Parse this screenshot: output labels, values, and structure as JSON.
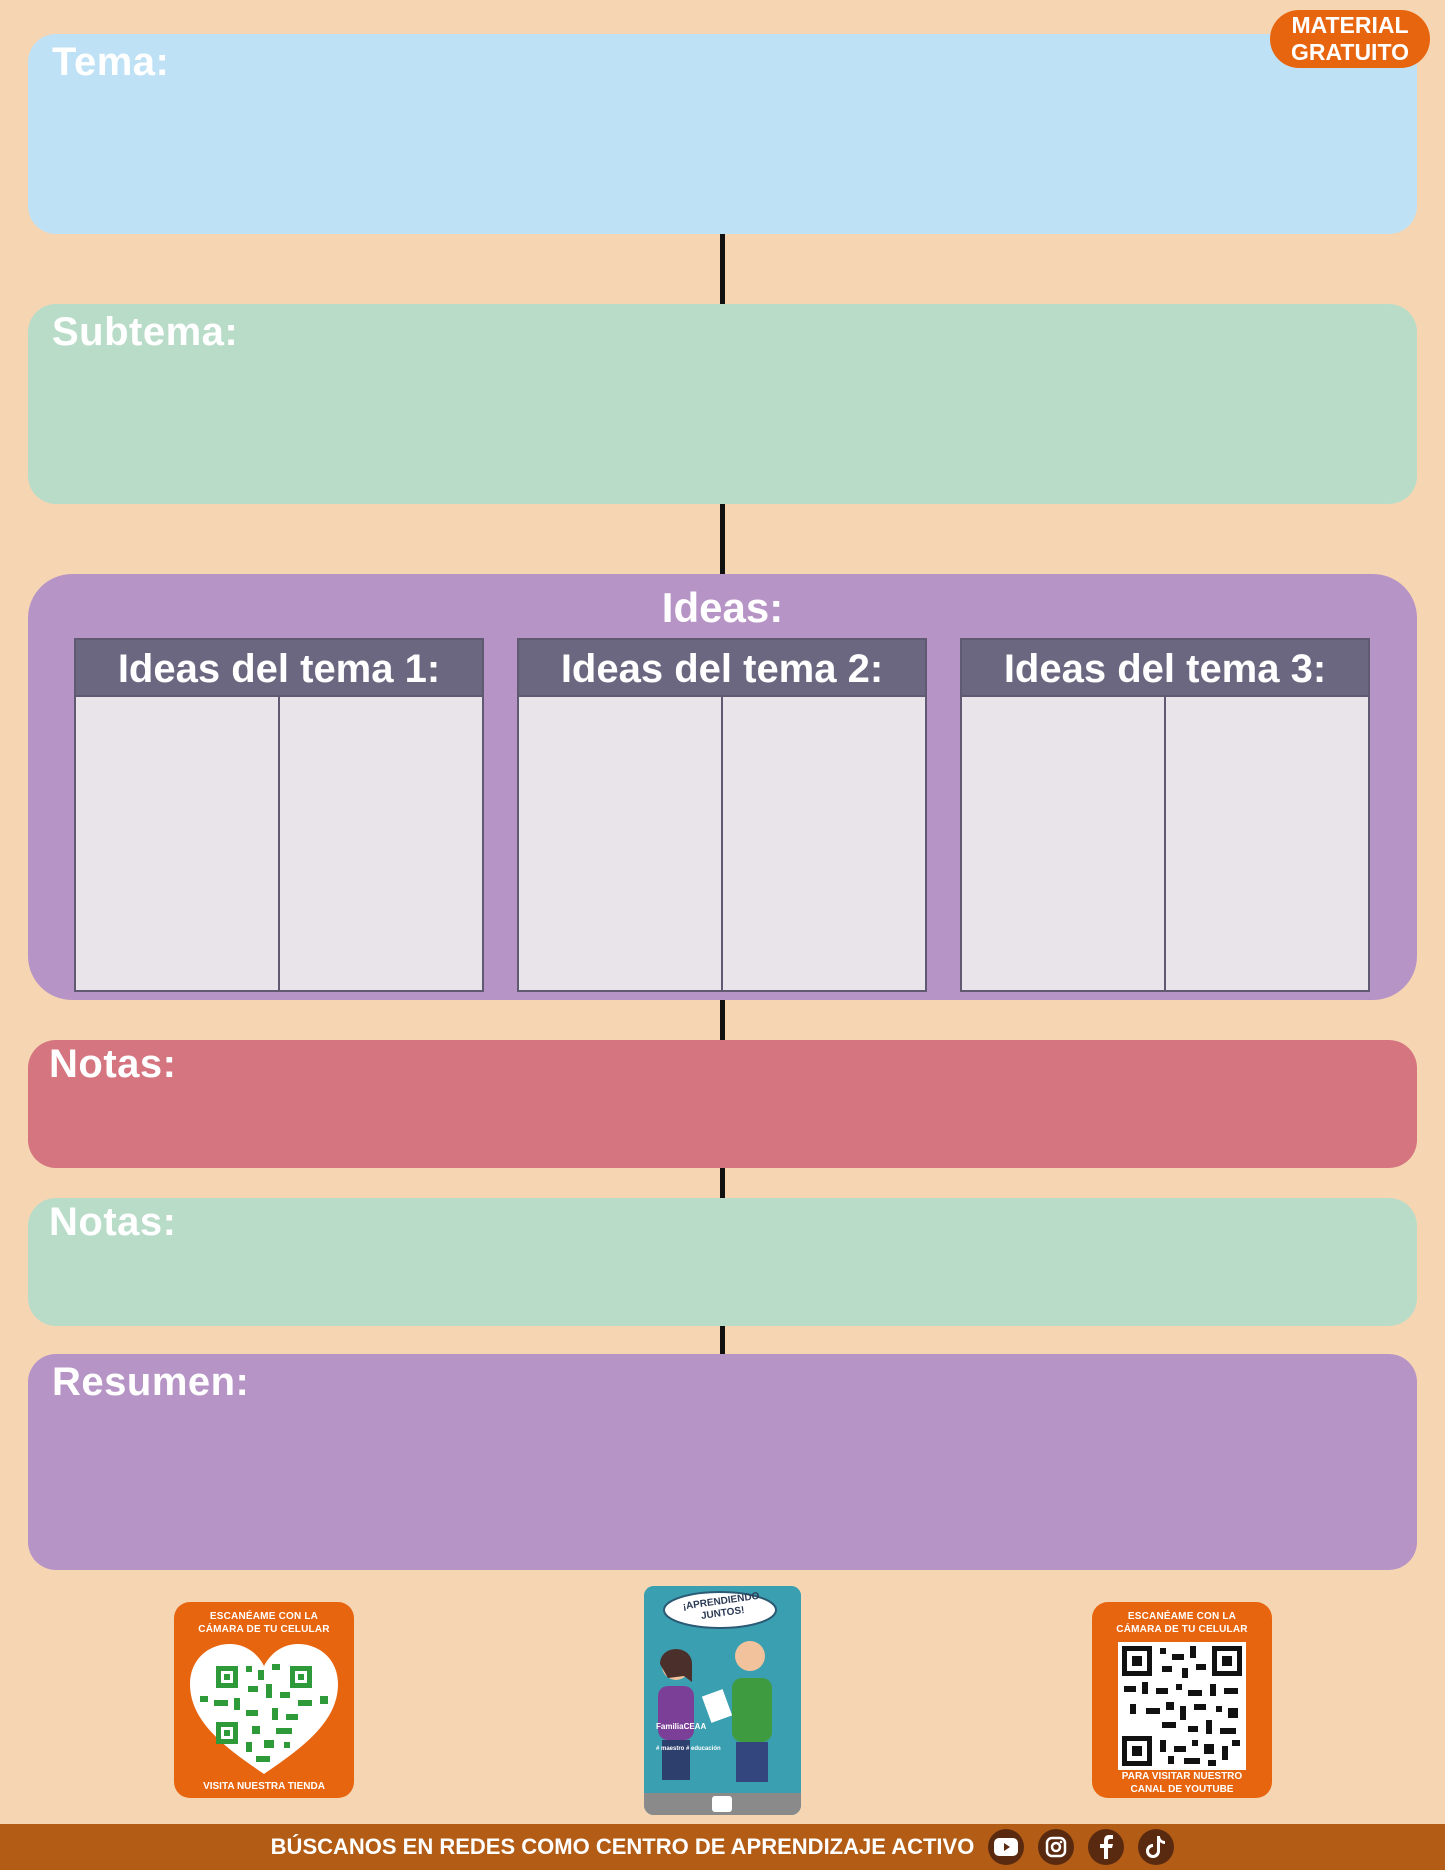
{
  "badge": {
    "line1": "MATERIAL",
    "line2": "GRATUITO"
  },
  "sections": {
    "tema": "Tema:",
    "subtema": "Subtema:",
    "ideas": "Ideas:",
    "notas1": "Notas:",
    "notas2": "Notas:",
    "resumen": "Resumen:"
  },
  "ideas_tables": [
    {
      "label": "Ideas del tema 1:"
    },
    {
      "label": "Ideas del tema 2:"
    },
    {
      "label": "Ideas del tema 3:"
    }
  ],
  "qr_left": {
    "top": "ESCANÉAME CON LA CÁMARA DE TU CELULAR",
    "bottom": "VISITA NUESTRA TIENDA"
  },
  "qr_right": {
    "top": "ESCANÉAME CON LA CÁMARA DE TU CELULAR",
    "bottom": "PARA VISITAR NUESTRO CANAL DE YOUTUBE"
  },
  "phone": {
    "bubble": "¡APRENDIENDO JUNTOS!",
    "account": "FamiliaCEAA",
    "tags": "# maestro # educación"
  },
  "footer": {
    "text": "BÚSCANOS EN REDES COMO CENTRO DE APRENDIZAJE ACTIVO"
  },
  "colors": {
    "background": "#f6d5b3",
    "tema": "#bfe1f5",
    "subtema": "#b9dcc9",
    "ideas": "#b794c6",
    "notas1": "#d47580",
    "notas2": "#b9dcc9",
    "resumen": "#b794c6",
    "accent": "#e8650f",
    "footer": "#b25c16"
  },
  "icons": [
    "youtube-icon",
    "instagram-icon",
    "facebook-icon",
    "tiktok-icon"
  ]
}
